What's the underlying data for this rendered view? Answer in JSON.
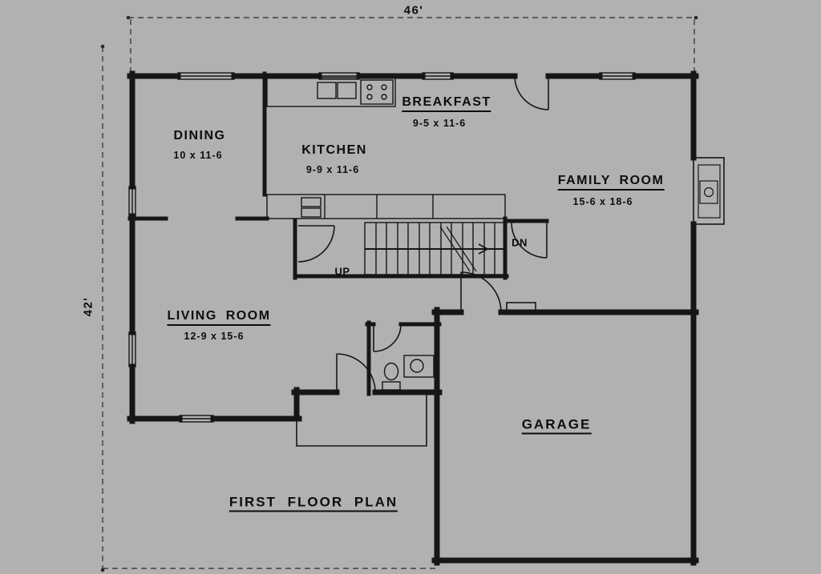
{
  "colors": {
    "background": "#b1b1b1",
    "line": "#161616",
    "text": "#0d0d0d"
  },
  "plan": {
    "title": "FIRST FLOOR PLAN",
    "dimensions": {
      "top": "46'",
      "left": "42'"
    },
    "rooms": {
      "dining": {
        "name": "DINING",
        "size": "10 x 11-6"
      },
      "kitchen": {
        "name": "KITCHEN",
        "size": "9-9 x 11-6"
      },
      "breakfast": {
        "name": "BREAKFAST",
        "size": "9-5 x 11-6"
      },
      "family": {
        "name": "FAMILY ROOM",
        "size": "15-6 x 18-6"
      },
      "living": {
        "name": "LIVING ROOM",
        "size": "12-9 x 15-6"
      },
      "garage": {
        "name": "GARAGE"
      }
    },
    "stairs": {
      "up": "UP",
      "down": "DN"
    }
  }
}
